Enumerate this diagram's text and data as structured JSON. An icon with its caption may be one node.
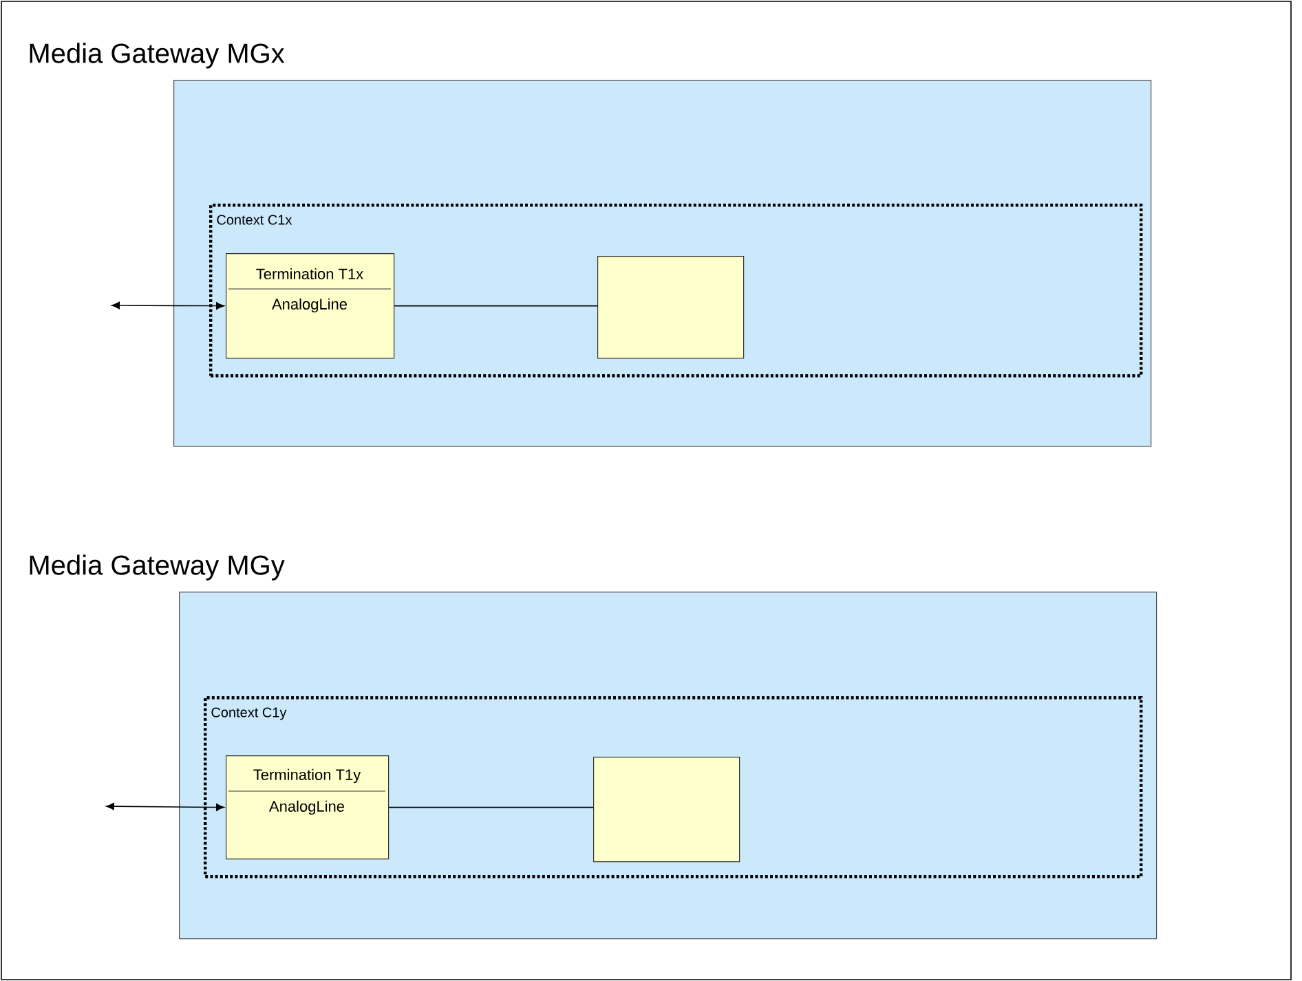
{
  "diagram": {
    "nodes": [
      {
        "text": [
          "Media Gateway MGx"
        ]
      },
      {
        "text": [
          "Context C1x"
        ],
        "in": 0
      },
      {
        "text": [
          "Termination T1x",
          "AnalogLine"
        ],
        "in": 1
      },
      {
        "text": [],
        "shape": "box",
        "in": 1
      },
      {
        "text": [
          "Media Gateway MGy"
        ]
      },
      {
        "text": [
          "Context C1y"
        ],
        "in": 4
      },
      {
        "text": [
          "Termination T1y",
          "AnalogLine"
        ],
        "in": 5
      },
      {
        "text": [],
        "shape": "box",
        "in": 5
      }
    ],
    "edges": [
      {
        "from": null,
        "to": 2,
        "arrow": "both"
      },
      {
        "from": 2,
        "to": 3,
        "arrow": "none"
      },
      {
        "from": null,
        "to": 6,
        "arrow": "both"
      },
      {
        "from": 6,
        "to": 7,
        "arrow": "none"
      }
    ]
  }
}
